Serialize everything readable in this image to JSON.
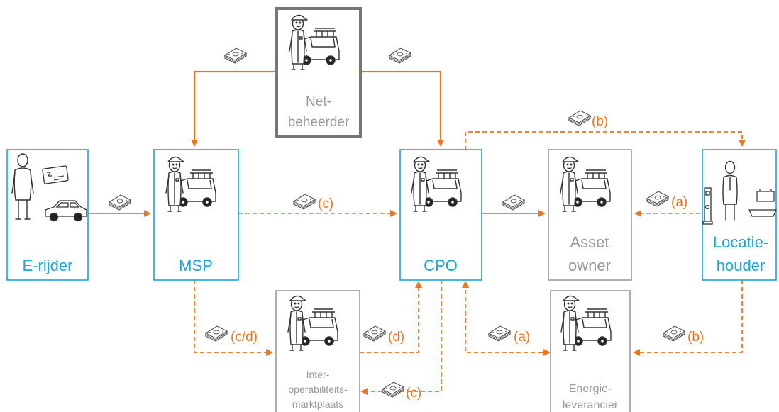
{
  "colors": {
    "blue": "#1aa7dc",
    "grey": "#9a9a9a",
    "dark_grey": "#777777",
    "orange": "#ee7622"
  },
  "actors": {
    "erijder": "E-rijder",
    "msp": "MSP",
    "cpo": "CPO",
    "asset_line1": "Asset",
    "asset_line2": "owner",
    "locatie_line1": "Locatie-",
    "locatie_line2": "houder",
    "net_line1": "Net-",
    "net_line2": "beheerder",
    "inter_line1": "Inter-",
    "inter_line2": "operabiliteits-",
    "inter_line3": "marktplaats",
    "energie_line1": "Energie-",
    "energie_line2": "leverancier"
  },
  "flow_labels": {
    "b_top": "(b)",
    "c_mid": "(c)",
    "a_mid": "(a)",
    "cd": "(c/d)",
    "d": "(d)",
    "c_bottom": "(c)",
    "a_bottom": "(a)",
    "b_bottom": "(b)"
  },
  "icons": [
    "person-icon",
    "mechanic-with-van-icon",
    "car-icon",
    "charge-card-icon",
    "charging-pole-icon",
    "money-stack-icon"
  ]
}
